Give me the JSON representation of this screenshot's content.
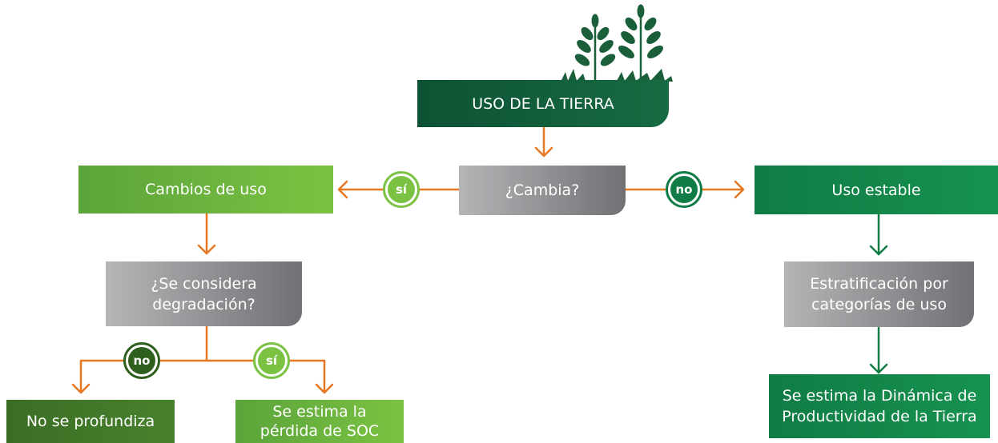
{
  "root": {
    "label": "USO DE LA TIERRA"
  },
  "q_cambia": {
    "label": "¿Cambia?"
  },
  "cambios": {
    "label": "Cambios de uso"
  },
  "estable": {
    "label": "Uso estable"
  },
  "q_degradacion": {
    "line1": "¿Se considera",
    "line2": "degradación?"
  },
  "estratificacion": {
    "line1": "Estratificación por",
    "line2": "categorías de uso"
  },
  "no_profundiza": {
    "label": "No se profundiza"
  },
  "perdida_soc": {
    "line1": "Se estima la",
    "line2": "pérdida de SOC"
  },
  "dinamica": {
    "line1": "Se estima la Dinámica de",
    "line2": "Productividad de la Tierra"
  },
  "badges": {
    "si": "sí",
    "no": "no"
  },
  "colors": {
    "arrow_orange": "#e87722",
    "arrow_green": "#0f7c45",
    "plant": "#1b5e3a"
  }
}
